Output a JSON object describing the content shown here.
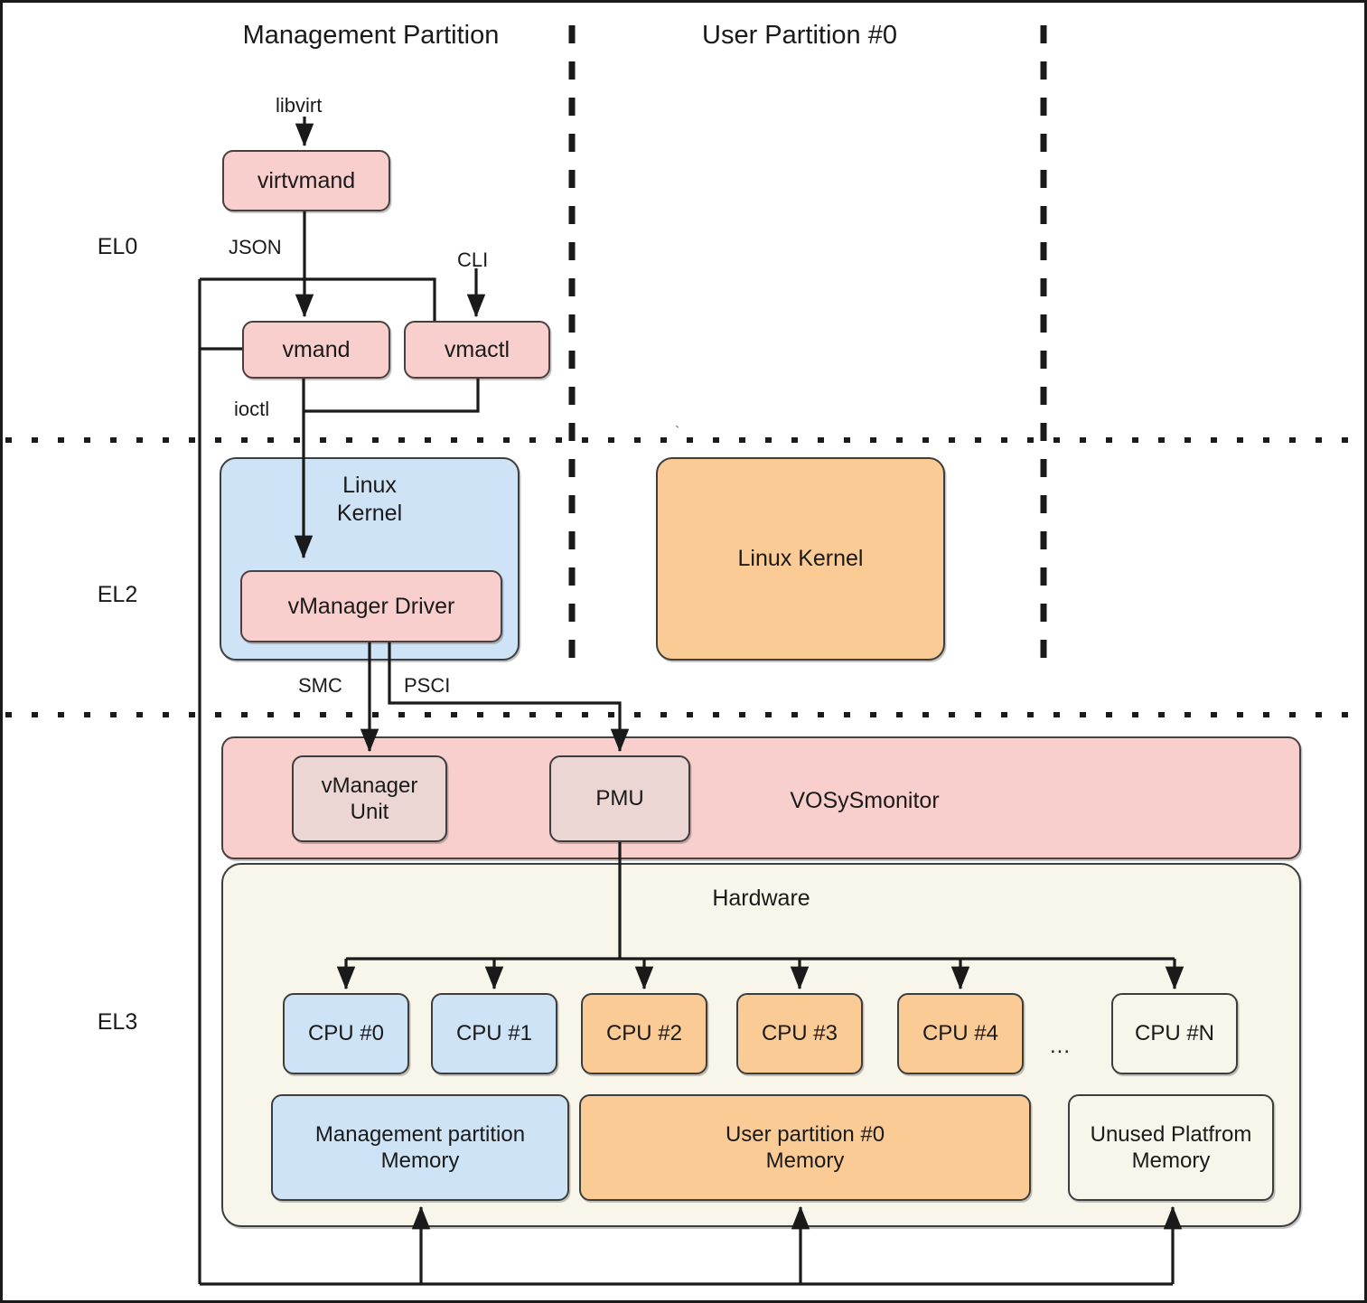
{
  "diagram": {
    "title_management": "Management Partition",
    "title_user": "User Partition #0",
    "exception_levels": [
      {
        "id": "el0",
        "label": "EL0"
      },
      {
        "id": "el2",
        "label": "EL2"
      },
      {
        "id": "el3",
        "label": "EL3"
      }
    ],
    "el0": {
      "nodes": [
        {
          "id": "virtvmand",
          "label": "virtvmand",
          "color": "pink"
        },
        {
          "id": "vmand",
          "label": "vmand",
          "color": "pink"
        },
        {
          "id": "vmactl",
          "label": "vmactl",
          "color": "pink"
        }
      ],
      "edge_labels": [
        {
          "id": "libvirt",
          "label": "libvirt"
        },
        {
          "id": "json",
          "label": "JSON"
        },
        {
          "id": "cli",
          "label": "CLI"
        },
        {
          "id": "ioctl",
          "label": "ioctl"
        }
      ]
    },
    "el2": {
      "management_kernel": {
        "id": "mgmt-linux-kernel",
        "label": "Linux\nKernel",
        "color": "blue"
      },
      "vmanager_driver": {
        "id": "vmanager-driver",
        "label": "vManager Driver",
        "color": "pink"
      },
      "user_kernel": {
        "id": "user-linux-kernel",
        "label": "Linux Kernel",
        "color": "orange"
      },
      "edge_labels": [
        {
          "id": "smc",
          "label": "SMC"
        },
        {
          "id": "psci",
          "label": "PSCI"
        }
      ]
    },
    "el3": {
      "monitor": {
        "id": "vosysmonitor",
        "label": "VOSySmonitor",
        "color": "pink",
        "units": [
          {
            "id": "vmanager-unit",
            "label": "vManager\nUnit",
            "color": "pinkpale"
          },
          {
            "id": "pmu",
            "label": "PMU",
            "color": "pinkpale"
          }
        ]
      },
      "hardware": {
        "id": "hardware",
        "label": "Hardware",
        "color": "cream",
        "cpus": [
          {
            "id": "cpu-0",
            "label": "CPU #0",
            "color": "blue"
          },
          {
            "id": "cpu-1",
            "label": "CPU #1",
            "color": "blue"
          },
          {
            "id": "cpu-2",
            "label": "CPU #2",
            "color": "orange"
          },
          {
            "id": "cpu-3",
            "label": "CPU #3",
            "color": "orange"
          },
          {
            "id": "cpu-4",
            "label": "CPU #4",
            "color": "orange"
          },
          {
            "id": "cpu-n",
            "label": "CPU #N",
            "color": "cream"
          }
        ],
        "cpu_ellipsis": "...",
        "memories": [
          {
            "id": "mem-management",
            "label": "Management partition\nMemory",
            "color": "blue"
          },
          {
            "id": "mem-user-0",
            "label": "User partition #0\nMemory",
            "color": "orange"
          },
          {
            "id": "mem-unused",
            "label": "Unused Platfrom\nMemory",
            "color": "cream"
          }
        ]
      }
    },
    "stray_mark": "`",
    "colors": {
      "pink": "#f9cfcd",
      "pink_pale": "#ecd6d4",
      "blue": "#cfe3f7",
      "orange": "#fbcb96",
      "cream": "#f8f6ea",
      "stroke": "#1a1a1a",
      "border": "#3d3d3d"
    }
  }
}
